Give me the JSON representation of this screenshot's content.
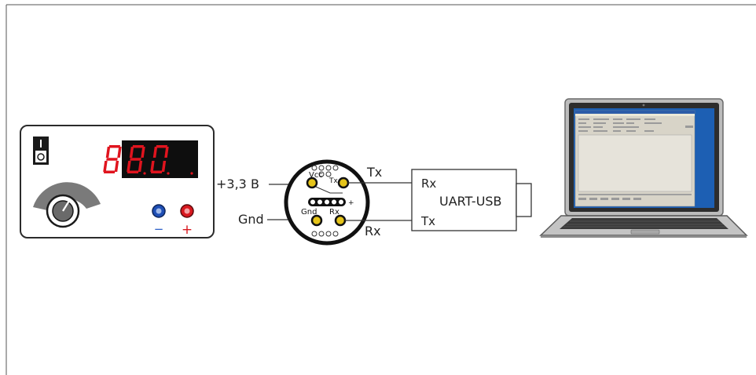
{
  "power_supply": {
    "positive_terminal_label": "+",
    "negative_terminal_label": "−",
    "display_digits": [
      "8",
      "8",
      "0"
    ],
    "colors": {
      "display_red": "#e0141e",
      "terminal_blue": "#1f4fb5",
      "terminal_red": "#d8181f",
      "sign_blue": "#2a5fc9",
      "sign_red": "#d8181f"
    }
  },
  "connector": {
    "pin_vcc": "Vcc",
    "pin_tx": "Tx",
    "pin_gnd": "Gnd",
    "pin_rx": "Rx",
    "plus_mark": "+",
    "pin_color": "#e5c41a"
  },
  "wires": {
    "supply_label": "+3,3 B",
    "gnd_label": "Gnd",
    "tx_label": "Tx",
    "rx_label": "Rx"
  },
  "adapter": {
    "title": "UART-USB",
    "rx_label": "Rx",
    "tx_label": "Tx"
  },
  "laptop": {
    "screen_color": "#1d5fb3"
  }
}
